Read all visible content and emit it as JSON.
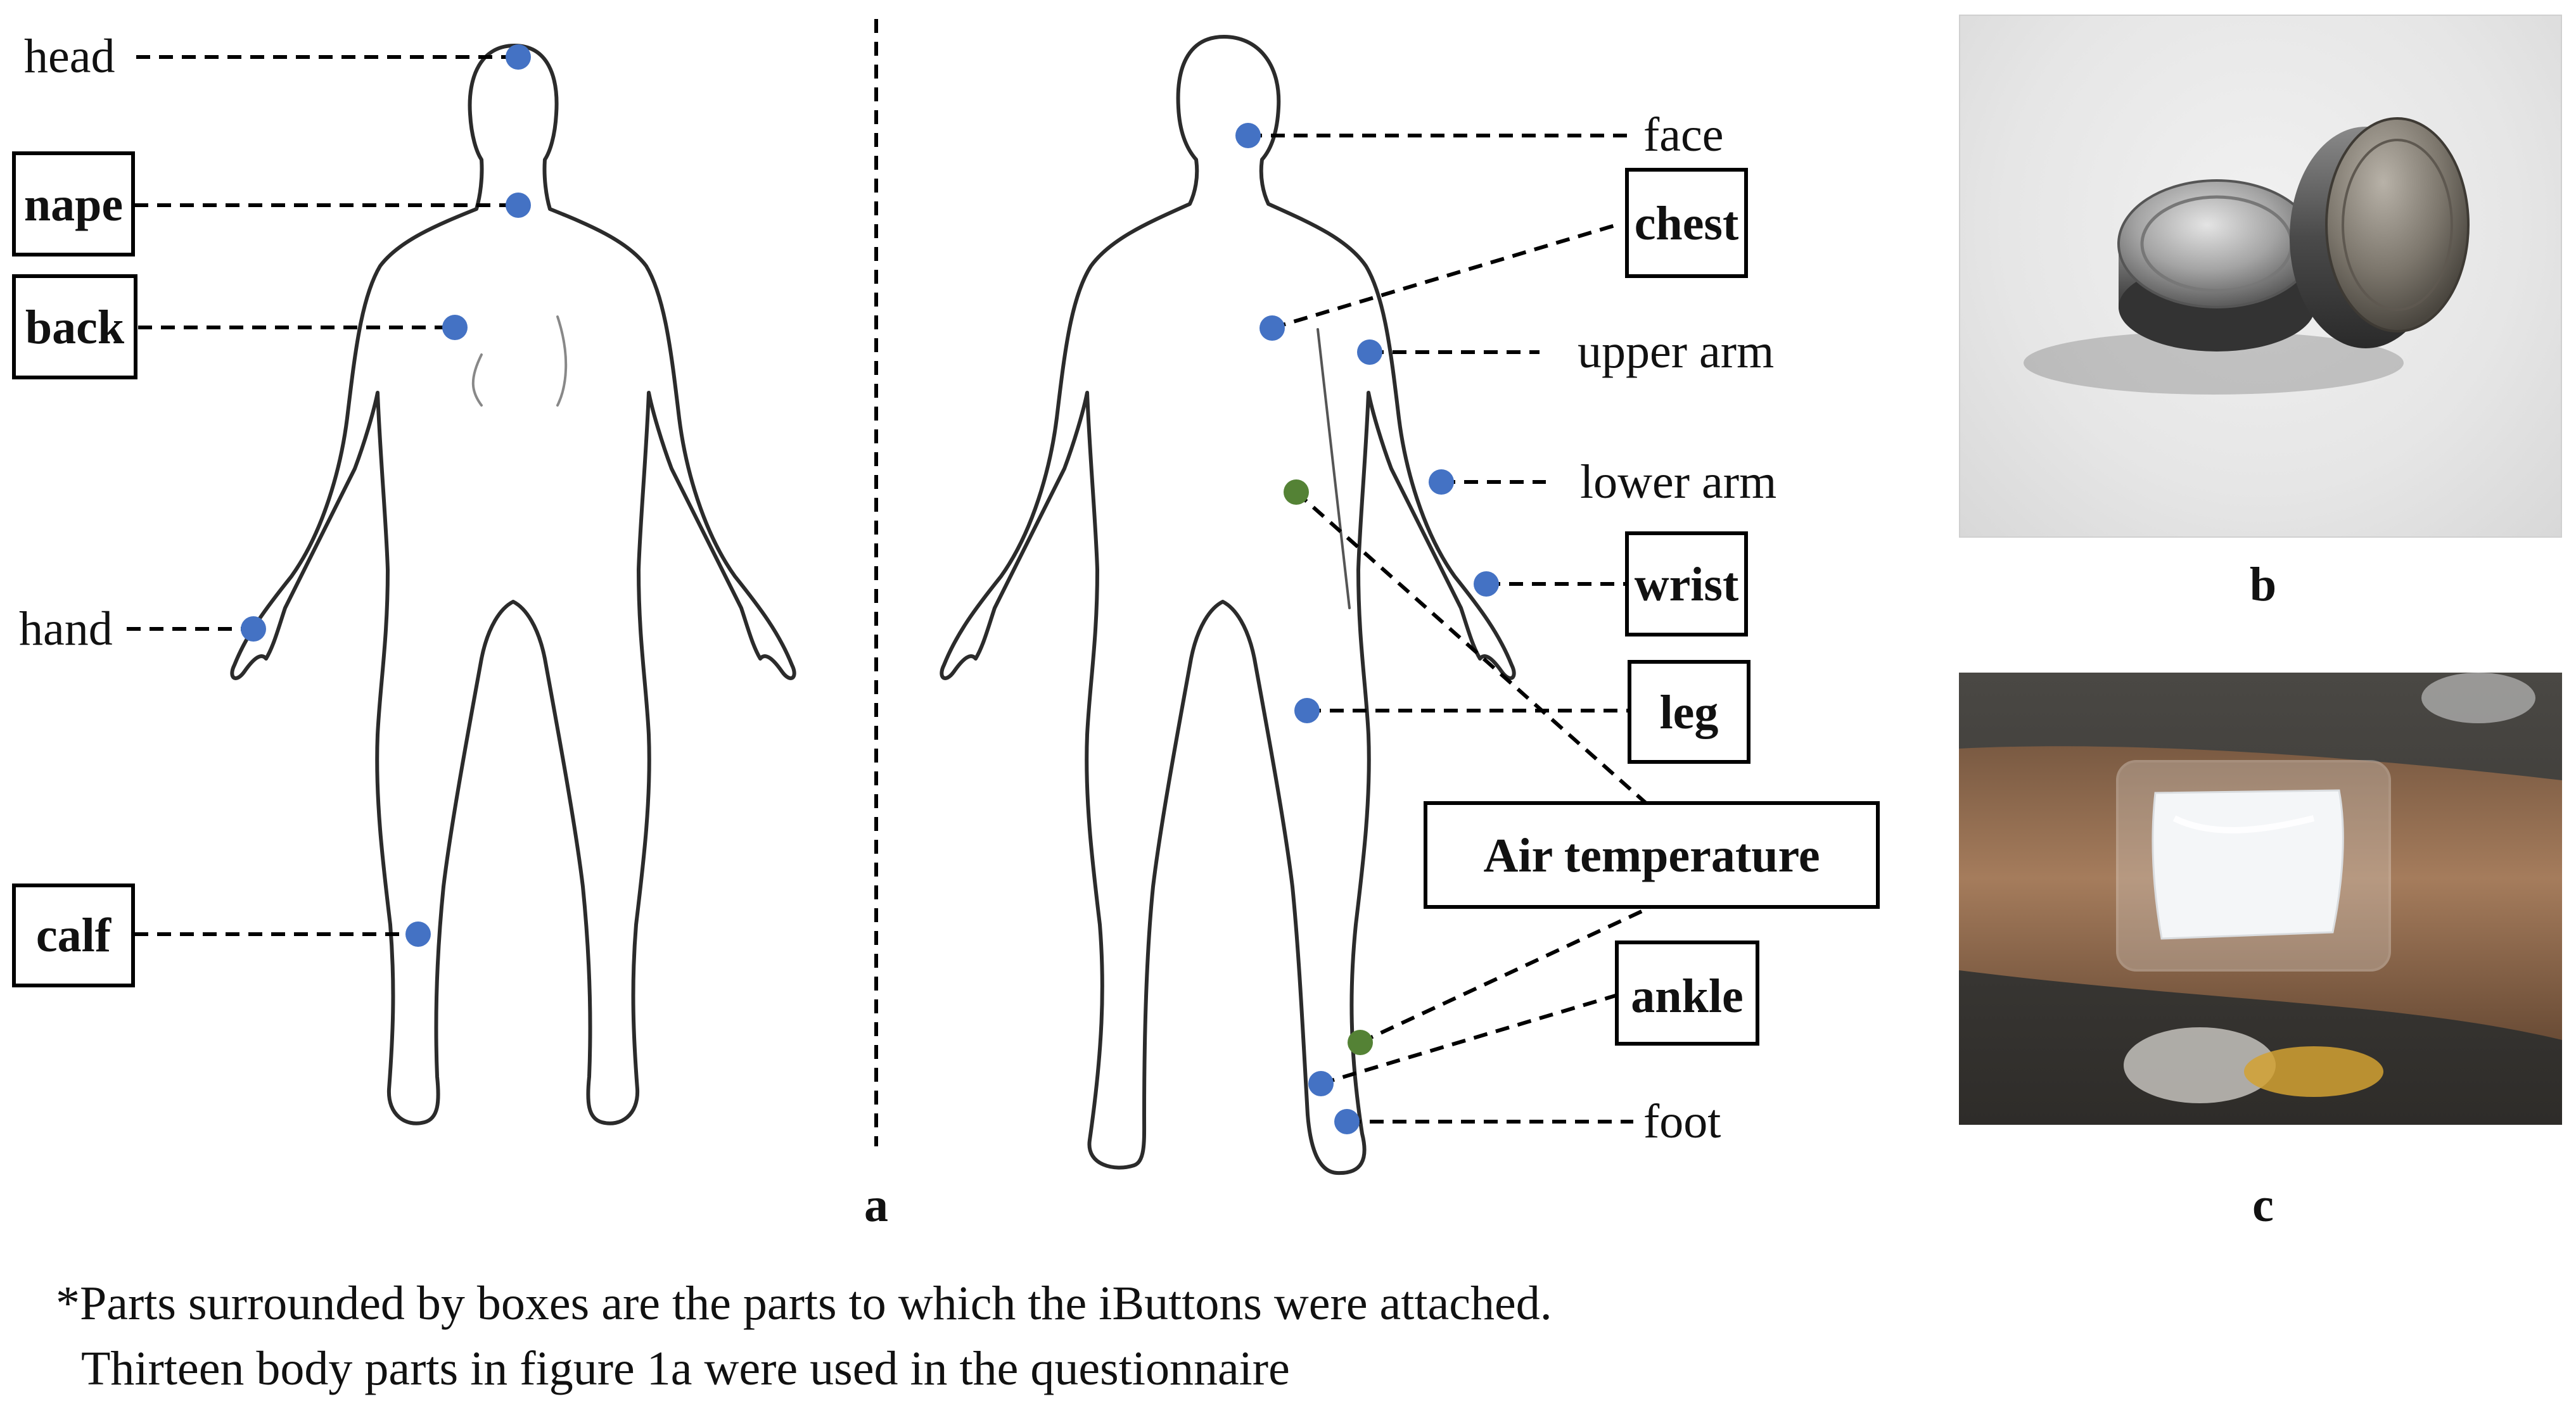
{
  "labels": {
    "head": "head",
    "nape": "nape",
    "back": "back",
    "hand": "hand",
    "calf": "calf",
    "face": "face",
    "chest": "chest",
    "upper_arm": "upper arm",
    "lower_arm": "lower arm",
    "wrist": "wrist",
    "leg": "leg",
    "air_temperature": "Air temperature",
    "ankle": "ankle",
    "foot": "foot"
  },
  "panels": {
    "a": "a",
    "b": "b",
    "c": "c"
  },
  "footnote": {
    "line1": "*Parts surrounded by boxes are the parts to which the iButtons were attached.",
    "line2": "Thirteen body parts in figure 1a were used in the questionnaire"
  },
  "colors": {
    "skin_point": "#4472c4",
    "air_point": "#548235",
    "outline": "#2b2b2b",
    "box_border": "#000000"
  }
}
